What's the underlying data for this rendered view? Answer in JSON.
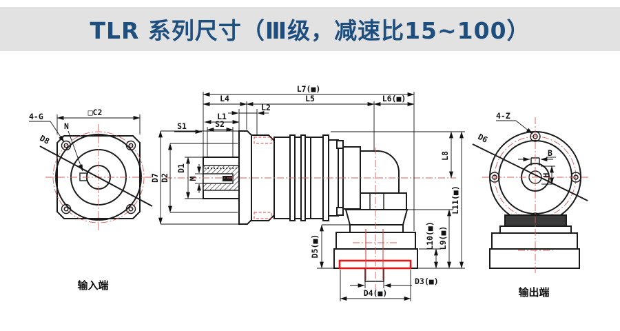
{
  "header": {
    "title": "TLR 系列尺寸（Ⅲ级，减速比15~100）",
    "title_color": "#1d4e7e",
    "band_color": "#e2e2e2"
  },
  "input_view": {
    "caption": "输入端",
    "bolt_label": "4-G",
    "square_dim": "□C2",
    "keyway_label": "N",
    "diameter_dim": "D8"
  },
  "section_view": {
    "top_dims": {
      "s1": "S1",
      "s2": "S2",
      "l1": "L1",
      "l2": "L2",
      "l4": "L4",
      "l5": "L5",
      "l6": "L6(■)",
      "l7": "L7(■)"
    },
    "left_dims": {
      "d7": "D7",
      "d2": "D2",
      "d1": "D1",
      "m": "M"
    },
    "right_dims": {
      "l8": "L8",
      "l9": "L9(■)",
      "l10": "L10(■)",
      "l11": "L11(■)"
    },
    "bottom_dims": {
      "d5": "D5(■)",
      "d3": "D3(■)",
      "d4": "D4(■)"
    }
  },
  "output_view": {
    "caption": "输出端",
    "bolt_label": "4-Z",
    "diameter_dim": "D6",
    "key_width_dim": "B",
    "key_depth_dim": "H"
  },
  "colors": {
    "object_line": "#1a1a1a",
    "centerline_red": "#d95b5b",
    "highlight_red": "#e01818"
  }
}
